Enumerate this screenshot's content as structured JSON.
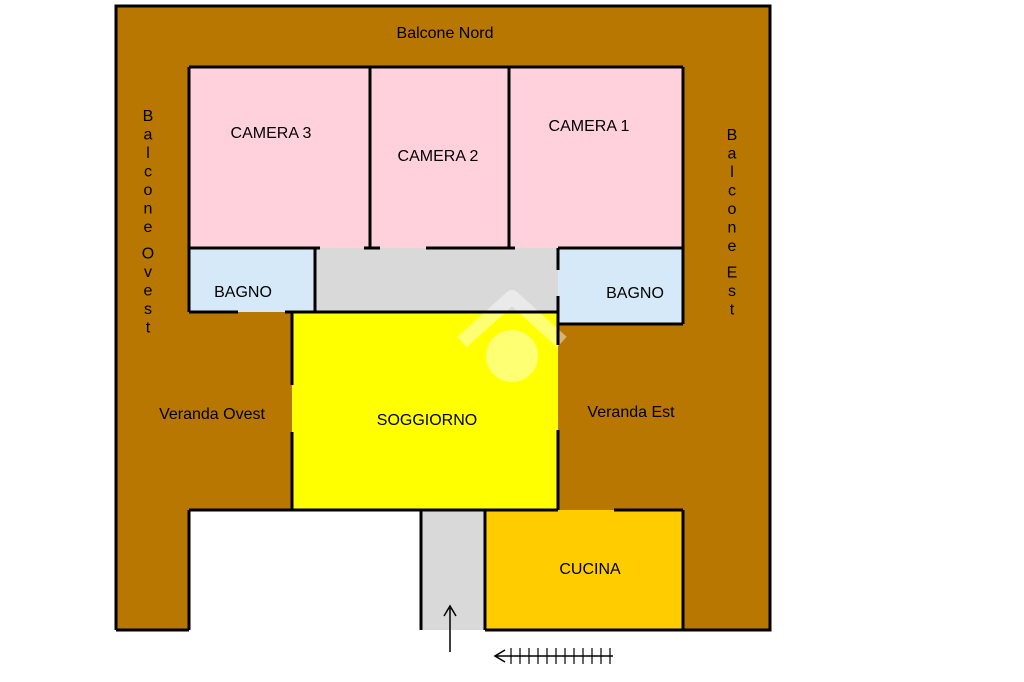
{
  "colors": {
    "balcony": "#b87700",
    "bedroom": "#ffd1dc",
    "bathroom": "#d6e9f8",
    "corridor": "#d9d9d9",
    "living": "#ffff00",
    "kitchen": "#ffcc00",
    "wall": "#000000",
    "background": "#ffffff"
  },
  "rooms": {
    "balcone_nord": "Balcone Nord",
    "balcone_ovest": "Balcone Ovest",
    "balcone_est": "Balcone Est",
    "camera_3": "CAMERA 3",
    "camera_2": "CAMERA 2",
    "camera_1": "CAMERA 1",
    "bagno_ovest": "BAGNO",
    "bagno_est": "BAGNO",
    "veranda_ovest": "Veranda Ovest",
    "veranda_est": "Veranda Est",
    "soggiorno": "SOGGIORNO",
    "cucina": "CUCINA"
  },
  "icons": {
    "entrance": "entrance-arrow-icon",
    "access": "access-arrow-icon",
    "watermark": "watermark-logo-icon"
  }
}
